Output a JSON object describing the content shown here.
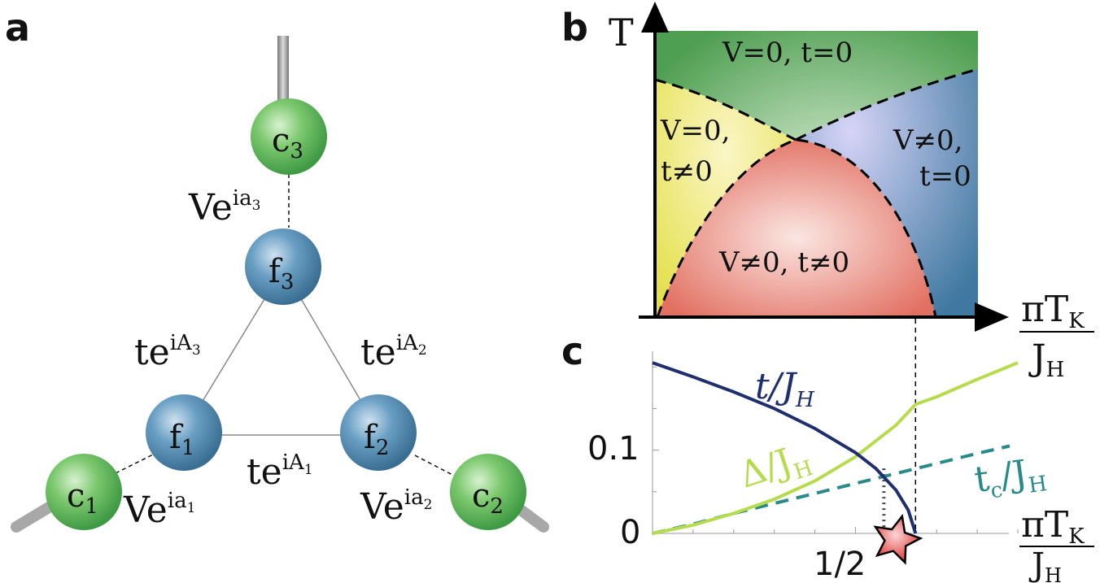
{
  "panels": {
    "a": "a",
    "b": "b",
    "c": "c"
  },
  "panel_a": {
    "nodes": [
      {
        "id": "c3",
        "base": "c",
        "sub": "3",
        "color": "green"
      },
      {
        "id": "f3",
        "base": "f",
        "sub": "3",
        "color": "blue"
      },
      {
        "id": "f1",
        "base": "f",
        "sub": "1",
        "color": "blue"
      },
      {
        "id": "f2",
        "base": "f",
        "sub": "2",
        "color": "blue"
      },
      {
        "id": "c1",
        "base": "c",
        "sub": "1",
        "color": "green"
      },
      {
        "id": "c2",
        "base": "c",
        "sub": "2",
        "color": "green"
      }
    ],
    "labels": {
      "v3": {
        "base": "Ve",
        "sup": "ia",
        "supsub": "3"
      },
      "v1": {
        "base": "Ve",
        "sup": "ia",
        "supsub": "1"
      },
      "v2": {
        "base": "Ve",
        "sup": "ia",
        "supsub": "2"
      },
      "t3": {
        "base": "te",
        "sup": "iA",
        "supsub": "3"
      },
      "t2": {
        "base": "te",
        "sup": "iA",
        "supsub": "2"
      },
      "t1": {
        "base": "te",
        "sup": "iA",
        "supsub": "1"
      }
    },
    "colors": {
      "green": "#5cb85c",
      "blue": "#4f86a8",
      "lead": "#9a9a9a"
    }
  },
  "panel_b": {
    "y_axis": "T",
    "x_axis": {
      "num": "πT",
      "num_sub": "K",
      "den": "J",
      "den_sub": "H"
    },
    "regions": {
      "top": "V=0, t=0",
      "left_1": "V=0,",
      "left_2": "t≠0",
      "right_1": "V≠0,",
      "right_2": "t=0",
      "center": "V≠0, t≠0"
    },
    "colors": {
      "green": "#5aa85a",
      "yellow": "#e4e25a",
      "blue": "#4f7fa8",
      "red": "#e07a6e"
    }
  },
  "panel_c": {
    "y_ticks": [
      "0.1",
      "0"
    ],
    "x_ticks": [
      "1/2"
    ],
    "x_axis": {
      "num": "πT",
      "num_sub": "K",
      "den": "J",
      "den_sub": "H"
    },
    "curve_labels": {
      "t": {
        "base": "t/J",
        "sub": "H"
      },
      "delta": {
        "base": "Δ/J",
        "sub": "H"
      },
      "tc": {
        "base": "t",
        "sub1": "c",
        "mid": "/J",
        "sub2": "H"
      }
    },
    "colors": {
      "t": "#1f2f6e",
      "delta": "#b6dc4e",
      "tc": "#2a8a8a",
      "star": "#e04848"
    }
  },
  "chart_data": {
    "type": "line",
    "xlabel": "πT_K/J_H",
    "ylabel": "",
    "x_ticks": [
      "1/2"
    ],
    "y_ticks": [
      0,
      0.1
    ],
    "ylim": [
      0,
      0.21
    ],
    "series": [
      {
        "name": "t/J_H",
        "x": [
          0.0,
          0.1,
          0.2,
          0.3,
          0.4,
          0.5,
          0.55,
          0.6,
          0.63,
          0.648
        ],
        "values": [
          0.205,
          0.188,
          0.17,
          0.15,
          0.126,
          0.097,
          0.078,
          0.052,
          0.028,
          0.0
        ]
      },
      {
        "name": "Δ/J_H",
        "x": [
          0.0,
          0.1,
          0.2,
          0.3,
          0.4,
          0.5,
          0.6,
          0.648,
          0.7,
          0.8,
          0.9
        ],
        "values": [
          0.0,
          0.01,
          0.024,
          0.041,
          0.063,
          0.092,
          0.13,
          0.155,
          0.164,
          0.185,
          0.205
        ]
      },
      {
        "name": "t_c/J_H",
        "x": [
          0.0,
          0.1,
          0.2,
          0.3,
          0.4,
          0.5,
          0.6,
          0.7,
          0.8,
          0.88
        ],
        "values": [
          0.0,
          0.011,
          0.024,
          0.036,
          0.048,
          0.06,
          0.072,
          0.084,
          0.096,
          0.105
        ]
      }
    ],
    "markers": [
      {
        "kind": "dotted-line",
        "x": 0.57
      },
      {
        "kind": "dashed-line",
        "x": 0.648
      },
      {
        "kind": "star",
        "x": 0.6,
        "y": 0.0
      }
    ]
  }
}
